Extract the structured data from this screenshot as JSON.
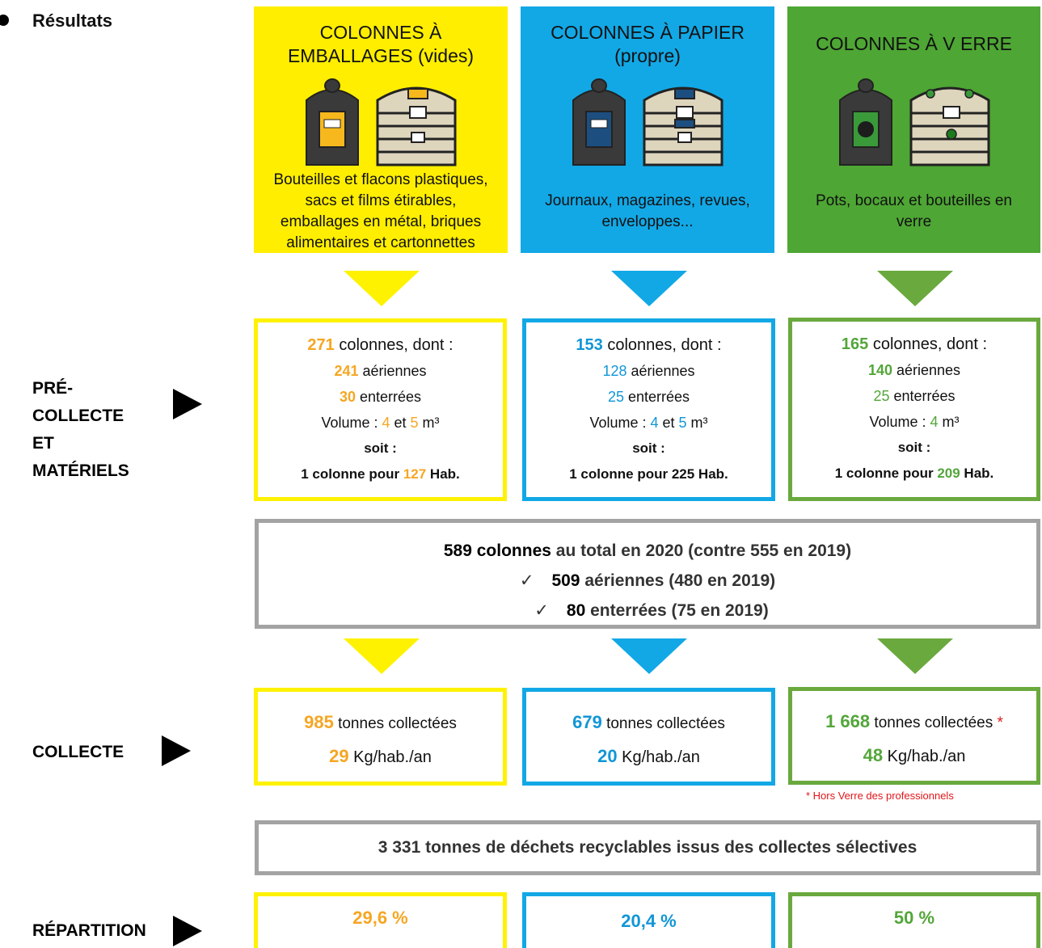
{
  "heading": "Résultats",
  "side": {
    "precollecte_line1": "PRÉ-",
    "precollecte_line2a": "COLLECTE",
    "precollecte_line2b": "ET",
    "precollecte_line3": "MATÉRIELS",
    "collecte": "COLLECTE",
    "repartition": "RÉPARTITION"
  },
  "panels": [
    {
      "title_line1": "COLONNES À",
      "title_line2": "EMBALLAGES (vides)",
      "desc_lines": [
        "Bouteilles et flacons plastiques,",
        "sacs et films étirables,",
        "emballages en métal, briques",
        "alimentaires et cartonnettes"
      ]
    },
    {
      "title_line1": "COLONNES À  PAPIER",
      "title_line2": "(propre)",
      "desc_lines": [
        "Journaux, magazines, revues,",
        "enveloppes..."
      ]
    },
    {
      "title_line1": "COLONNES À V ERRE",
      "title_line2": "",
      "desc_lines": [
        "Pots, bocaux et bouteilles en",
        "verre"
      ]
    }
  ],
  "precollecte": [
    {
      "total": "271",
      "total_suffix": " colonnes, dont :",
      "aeriennes": "241",
      "aeriennes_label": " aériennes",
      "enterrees": "30",
      "enterrees_label": " enterrées",
      "volume_prefix": "Volume : ",
      "vol1": "4",
      "vol_and": " et ",
      "vol2": "5",
      "vol_unit": " m³",
      "soit": "soit :",
      "ratio_prefix": "1 colonne pour ",
      "ratio_num": "127",
      "ratio_suffix": " Hab."
    },
    {
      "total": "153",
      "total_suffix": " colonnes, dont :",
      "aeriennes": "128",
      "aeriennes_label": " aériennes",
      "enterrees": "25",
      "enterrees_label": " enterrées",
      "volume_prefix": "Volume : ",
      "vol1": "4",
      "vol_and": " et ",
      "vol2": "5",
      "vol_unit": " m³",
      "soit": "soit :",
      "ratio_prefix": "1 colonne pour ",
      "ratio_num": "225",
      "ratio_suffix": " Hab."
    },
    {
      "total": "165",
      "total_suffix": " colonnes, dont :",
      "aeriennes": "140",
      "aeriennes_label": " aériennes",
      "enterrees": "25",
      "enterrees_label": " enterrées",
      "volume_prefix": "Volume : ",
      "vol1": "4",
      "vol_and": "",
      "vol2": "",
      "vol_unit": " m³",
      "soit": "soit :",
      "ratio_prefix": "1 colonne pour ",
      "ratio_num": "209",
      "ratio_suffix": " Hab."
    }
  ],
  "total_box": {
    "line1_bold": "589 colonnes",
    "line1_rest": " au total en 2020 (contre 555 en 2019)",
    "check1_num": "509",
    "check1_rest": " aériennes (480 en 2019)",
    "check2_num": "80",
    "check2_rest": " enterrées (75 en 2019)",
    "check_mark": "✓"
  },
  "collecte": [
    {
      "tonnes": "985",
      "tonnes_label": " tonnes collectées",
      "star": "",
      "kg": "29",
      "kg_label": " Kg/hab./an"
    },
    {
      "tonnes": "679",
      "tonnes_label": " tonnes collectées",
      "star": "",
      "kg": "20",
      "kg_label": " Kg/hab./an"
    },
    {
      "tonnes": "1 668",
      "tonnes_label": " tonnes collectées",
      "star": " *",
      "kg": "48",
      "kg_label": " Kg/hab./an"
    }
  ],
  "collecte_note": "* Hors Verre des professionnels",
  "recyclable_total": "3 331 tonnes de déchets recyclables issus des collectes sélectives",
  "repartition": [
    "29,6 %",
    "20,4 %",
    "50 %"
  ],
  "colors": {
    "yellow": "#ffee00",
    "blue": "#12a8e6",
    "green": "#4ea634",
    "grey_border": "#a3a3a3",
    "orange_num": "#f6a623"
  }
}
